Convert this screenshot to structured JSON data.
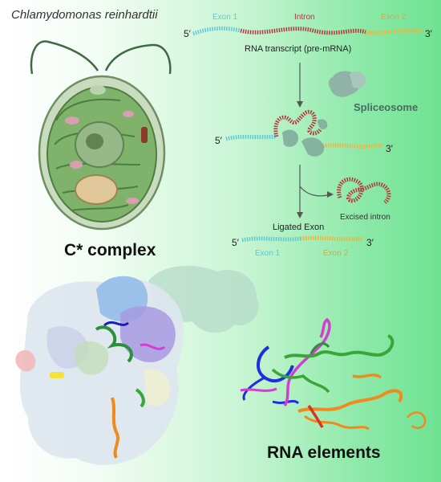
{
  "species": "Chlamydomonas reinhardtii",
  "cstar": "C* complex",
  "rna_elements": "RNA elements",
  "top_row": {
    "exon1": "Exon 1",
    "intron": "Intron",
    "exon2": "Exon 2",
    "p5": "5′",
    "p3": "3′"
  },
  "transcript": "RNA transcript (pre-mRNA)",
  "spliceosome": "Spliceosome",
  "mid_row": {
    "p5": "5′",
    "p3": "3′"
  },
  "excised": "Excised intron",
  "ligated": "Ligated Exon",
  "bottom_row": {
    "exon1": "Exon 1",
    "exon2": "Exon 2",
    "p5": "5′",
    "p3": "3′"
  },
  "colors": {
    "exon1": "#5bc8d8",
    "intron": "#b5333a",
    "exon2": "#f0b43c",
    "cell_green": "#7fb26a",
    "spliceosome": "#8fb3a7",
    "rna_blue": "#1f2ee0",
    "rna_magenta": "#d63cd2",
    "rna_green": "#3aa63a",
    "rna_orange": "#f08a1e",
    "rna_red": "#e0301e"
  }
}
